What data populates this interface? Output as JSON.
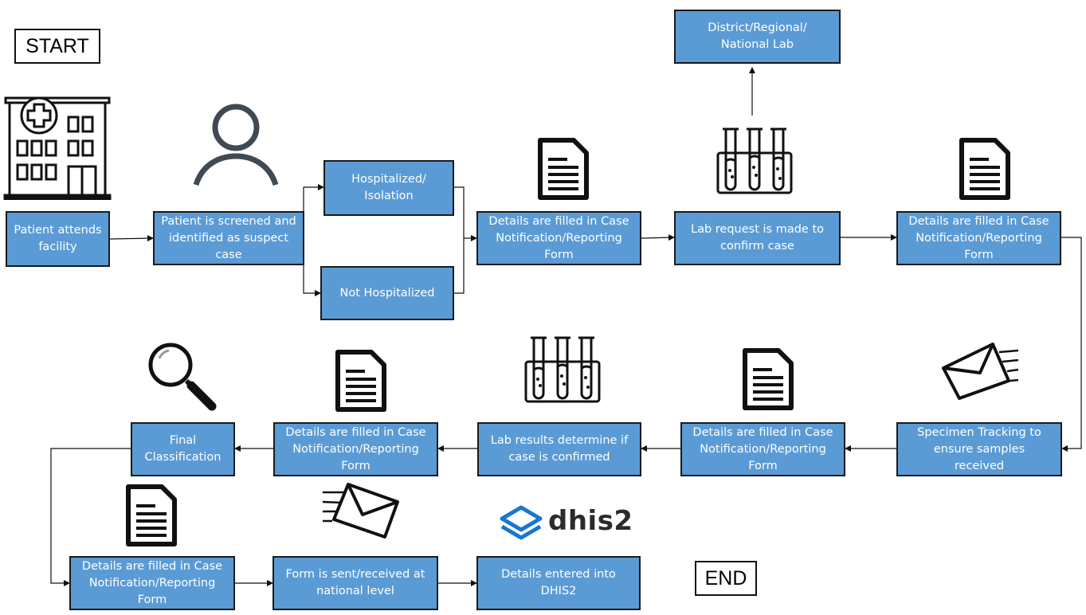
{
  "labels": {
    "start": "START",
    "end": "END"
  },
  "steps": {
    "patient_attends": "Patient attends facility",
    "screened": "Patient is screened and identified as suspect case",
    "hospitalized": "Hospitalized/ Isolation",
    "not_hospitalized": "Not Hospitalized",
    "details_1": "Details are filled in Case Notification/Reporting Form",
    "lab_request": "Lab request is made to confirm case",
    "lab_level": "District/Regional/ National Lab",
    "details_2": "Details are filled in Case Notification/Reporting Form",
    "specimen_tracking": "Specimen Tracking to ensure samples received",
    "details_3": "Details are filled in Case Notification/Reporting Form",
    "lab_results": "Lab results determine if case is confirmed",
    "details_4": "Details are filled in Case Notification/Reporting Form",
    "final_classification": "Final Classification",
    "details_5": "Details are filled in Case Notification/Reporting Form",
    "form_sent": "Form is sent/received at national level",
    "dhis2_entry": "Details entered into DHIS2"
  },
  "brand": {
    "name": "dhis2",
    "color": "#1976d2"
  },
  "colors": {
    "box_fill": "#5b9bd5",
    "box_border": "#1a1a1a",
    "arrow": "#111111"
  },
  "icons": [
    "hospital-icon",
    "person-icon",
    "document-icon",
    "test-tubes-icon",
    "envelope-icon",
    "magnifier-icon",
    "dhis2-logo-icon"
  ]
}
